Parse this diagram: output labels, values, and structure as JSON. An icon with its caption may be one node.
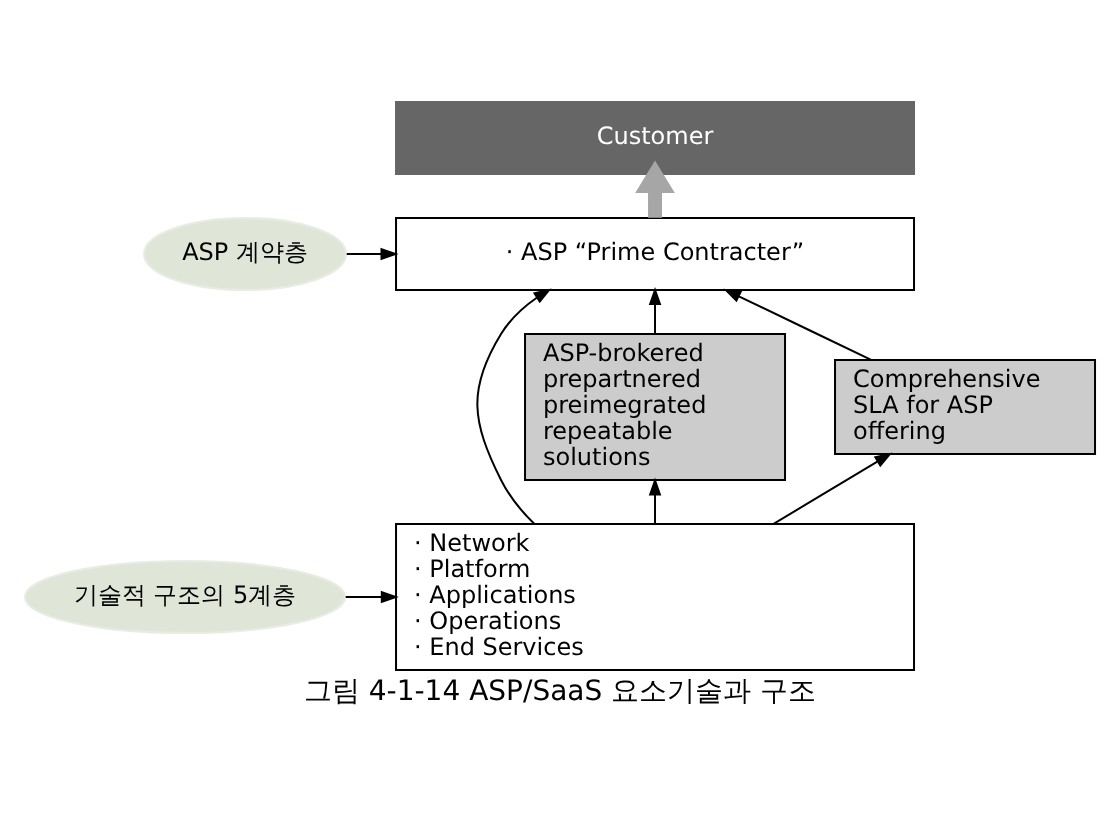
{
  "diagram": {
    "caption": "그림 4-1-14 ASP/SaaS 요소기술과 구조",
    "nodes": [
      {
        "text": [
          "Customer"
        ]
      },
      {
        "text": [
          "· ASP “Prime Contracter”"
        ]
      },
      {
        "text": [
          "ASP-brokered prepartnered preimegrated repeatable solutions"
        ]
      },
      {
        "text": [
          "Comprehensive SLA for ASP offering"
        ]
      },
      {
        "text": [
          "· Network",
          "· Platform",
          "· Applications",
          "· Operations",
          "· End Services"
        ]
      },
      {
        "text": [
          "ASP 계약층"
        ]
      },
      {
        "text": [
          "기술적 구조의 5계층"
        ]
      }
    ],
    "edges": [
      {
        "from": 1,
        "to": 0,
        "arrow": "to",
        "style": "thick",
        "color": "#a6a6a6"
      },
      {
        "from": 2,
        "to": 1,
        "arrow": "to"
      },
      {
        "from": 3,
        "to": 1,
        "arrow": "to"
      },
      {
        "from": 4,
        "to": 2,
        "arrow": "to"
      },
      {
        "from": 4,
        "to": 1,
        "arrow": "to"
      },
      {
        "from": 4,
        "to": 3,
        "arrow": "to"
      },
      {
        "from": 5,
        "to": 1,
        "arrow": "to"
      },
      {
        "from": 6,
        "to": 4,
        "arrow": "to"
      }
    ]
  }
}
